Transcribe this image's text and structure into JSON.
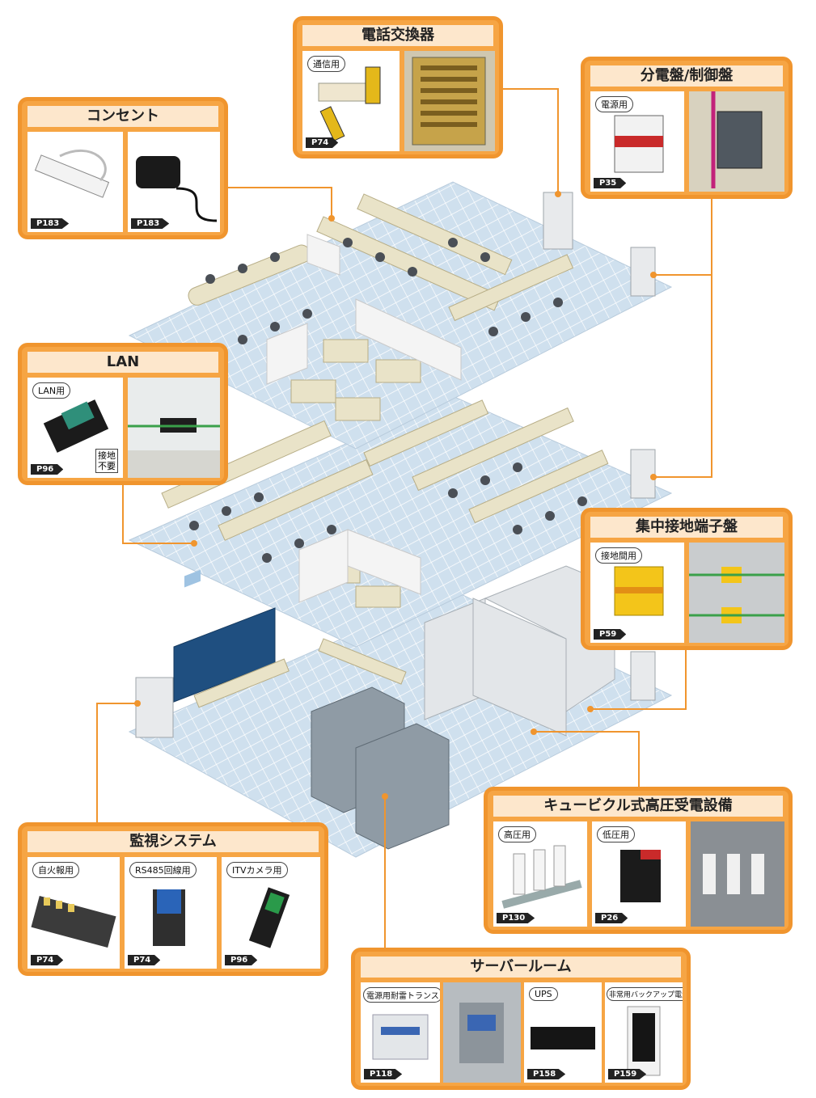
{
  "callouts": {
    "denwa": {
      "title": "電話交換器",
      "tag": "通信用",
      "page": "P74"
    },
    "bunden": {
      "title": "分電盤/制御盤",
      "tag": "電源用",
      "page": "P35"
    },
    "consent": {
      "title": "コンセント",
      "page1": "P183",
      "page2": "P183"
    },
    "lan": {
      "title": "LAN",
      "tag": "LAN用",
      "page": "P96",
      "note": "接地\n不要"
    },
    "shuchu": {
      "title": "集中接地端子盤",
      "tag": "接地間用",
      "page": "P59"
    },
    "cubicle": {
      "title": "キュービクル式高圧受電設備",
      "tag1": "高圧用",
      "page1": "P130",
      "tag2": "低圧用",
      "page2": "P26"
    },
    "kanshi": {
      "title": "監視システム",
      "tag1": "自火報用",
      "page1": "P74",
      "tag2": "RS485回線用",
      "page2": "P74",
      "tag3": "ITVカメラ用",
      "page3": "P96"
    },
    "server": {
      "title": "サーバールーム",
      "tag1": "電源用耐雷トランス",
      "page1": "P118",
      "tag2": "UPS",
      "page2": "P158",
      "tag3": "非常用バックアップ電源",
      "page3": "P159"
    }
  },
  "colors": {
    "accent": "#f0952e",
    "floor": "#cfe0ee",
    "grid": "#ffffff"
  }
}
